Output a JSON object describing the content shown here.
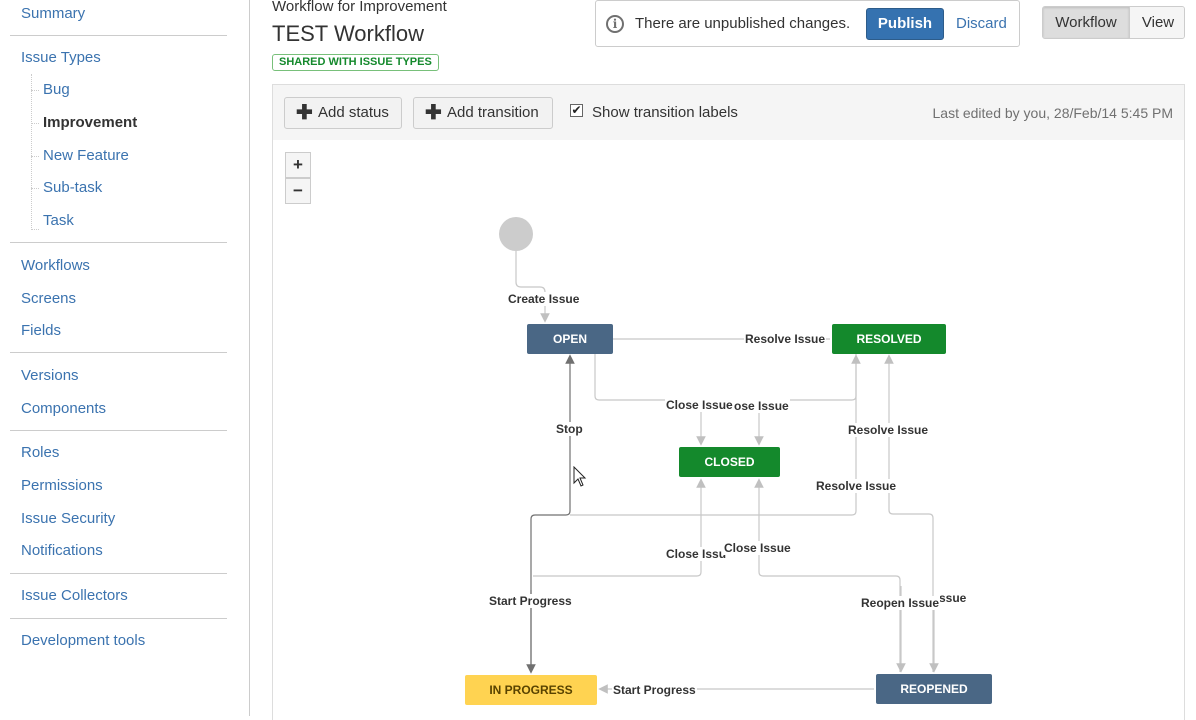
{
  "sidebar": {
    "summary": "Summary",
    "issue_types": "Issue Types",
    "issue_type_items": [
      "Bug",
      "Improvement",
      "New Feature",
      "Sub-task",
      "Task"
    ],
    "workflows": "Workflows",
    "screens": "Screens",
    "fields": "Fields",
    "versions": "Versions",
    "components": "Components",
    "roles": "Roles",
    "permissions": "Permissions",
    "issue_security": "Issue Security",
    "notifications": "Notifications",
    "issue_collectors": "Issue Collectors",
    "development_tools": "Development tools"
  },
  "header": {
    "subtitle": "Workflow for Improvement",
    "title": "TEST Workflow",
    "badge": "SHARED WITH ISSUE TYPES"
  },
  "notice": {
    "text": "There are unpublished changes.",
    "publish": "Publish",
    "discard": "Discard",
    "icon": "info-icon"
  },
  "view_toggle": {
    "workflow": "Workflow",
    "view": "View"
  },
  "toolbar": {
    "add_status": "Add status",
    "add_transition": "Add transition",
    "show_labels": "Show transition labels",
    "show_labels_checked": true,
    "last_edited": "Last edited by you, 28/Feb/14 5:45 PM"
  },
  "zoom": {
    "in": "+",
    "out": "−"
  },
  "statuses": {
    "open": "OPEN",
    "resolved": "RESOLVED",
    "closed": "CLOSED",
    "in_progress": "IN PROGRESS",
    "reopened": "REOPENED"
  },
  "transitions": {
    "create_issue": "Create Issue",
    "resolve_issue_1": "Resolve Issue",
    "close_issue_1": "Close Issue",
    "close_issue_2": "ose Issue",
    "stop": "Stop",
    "resolve_issue_2": "Resolve Issue",
    "resolve_issue_3": "Resolve Issue",
    "close_issue_3": "Close Issu",
    "close_issue_4": "Close Issue",
    "start_progress_1": "Start Progress",
    "reopen_issue": "Reopen Issue",
    "close_issue_5": "ssue",
    "start_progress_2": "Start Progress"
  },
  "colors": {
    "link": "#3b73af",
    "publish": "#3572b0",
    "status_blue": "#4a6785",
    "status_green": "#14892c",
    "status_yellow": "#ffd351"
  }
}
